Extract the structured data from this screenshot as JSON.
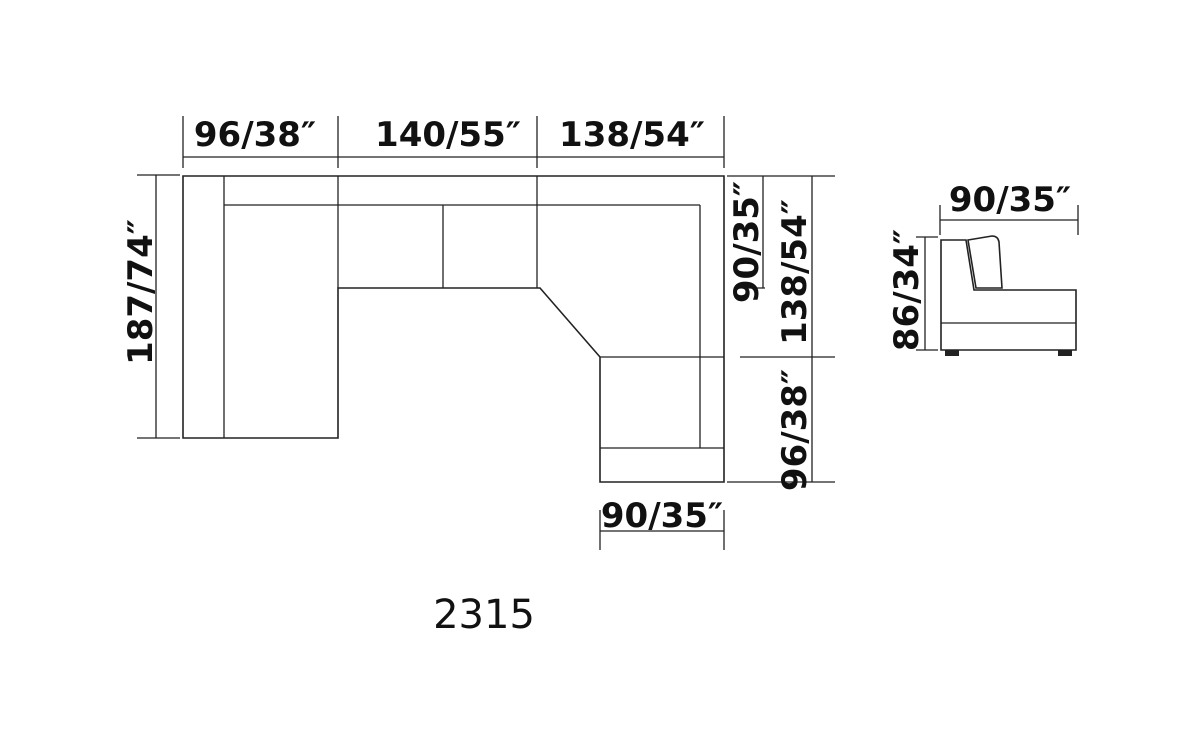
{
  "dimensions": {
    "top_left_width": "96/38″",
    "top_middle_width": "140/55″",
    "top_right_width": "138/54″",
    "left_height": "187/74″",
    "right_seat_depth": "90/35″",
    "right_upper_height": "138/54″",
    "right_lower_height": "96/38″",
    "bottom_width": "90/35″",
    "side_view_depth": "90/35″",
    "side_view_height": "86/34″"
  },
  "model_number": "2315"
}
